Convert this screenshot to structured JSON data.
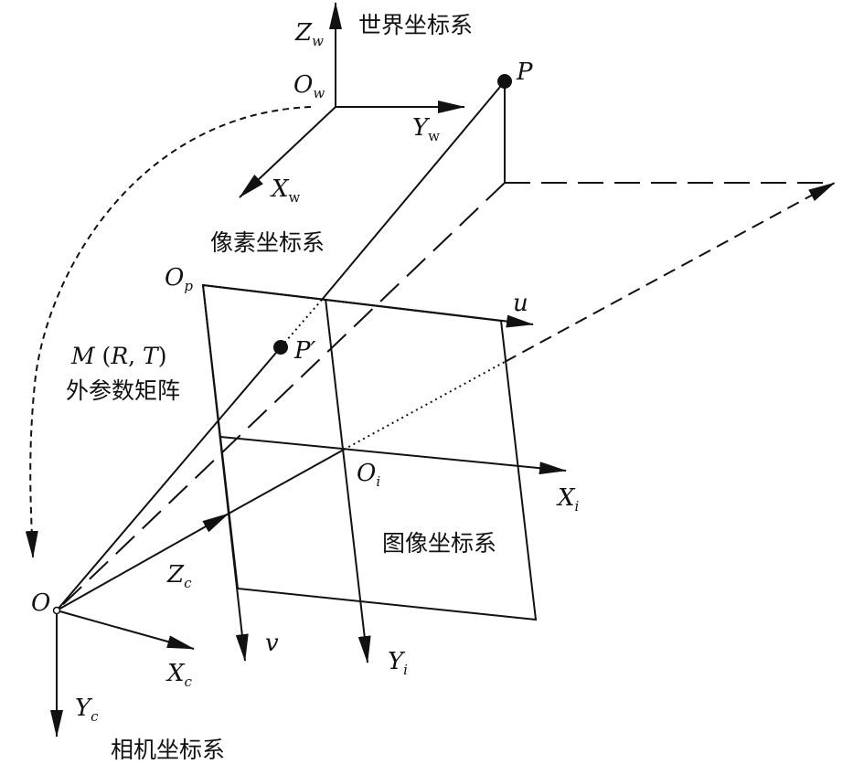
{
  "labels": {
    "world_system": "世界坐标系",
    "pixel_system": "像素坐标系",
    "image_system": "图像坐标系",
    "camera_system": "相机坐标系",
    "extrinsic_matrix": "外参数矩阵",
    "extrinsic_M": "M",
    "extrinsic_args_open": " (",
    "extrinsic_R": "R",
    "extrinsic_comma": ", ",
    "extrinsic_T": "T",
    "extrinsic_close": ")"
  },
  "axes": {
    "Zw": {
      "main": "Z",
      "sub": "w"
    },
    "Ow": {
      "main": "O",
      "sub": "w"
    },
    "Yw": {
      "main": "Y",
      "sub": "w"
    },
    "Xw": {
      "main": "X",
      "sub": "w"
    },
    "Op": {
      "main": "O",
      "sub": "p"
    },
    "u": {
      "main": "u"
    },
    "v": {
      "main": "v"
    },
    "Oi": {
      "main": "O",
      "sub": "i"
    },
    "Xi": {
      "main": "X",
      "sub": "i"
    },
    "Yi": {
      "main": "Y",
      "sub": "i"
    },
    "Zc": {
      "main": "Z",
      "sub": "c"
    },
    "Xc": {
      "main": "X",
      "sub": "c"
    },
    "Yc": {
      "main": "Y",
      "sub": "c"
    },
    "Oc": {
      "main": "O"
    }
  },
  "points": {
    "P": "P",
    "P_prime": "P′"
  }
}
